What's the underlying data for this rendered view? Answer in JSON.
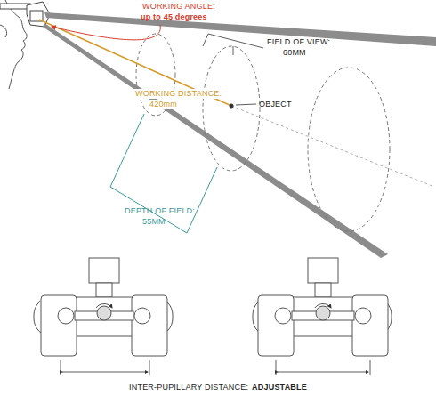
{
  "diagram": {
    "labels": [
      "WORKING ANGLE:",
      "up to 45 degrees",
      "FIELD OF VIEW:",
      "60MM",
      "WORKING DISTANCE:",
      "420mm",
      "OBJECT",
      "DEPTH OF FIELD:",
      "55MM",
      "INTER-PUPILLARY DISTANCE:",
      "ADJUSTABLE"
    ]
  }
}
